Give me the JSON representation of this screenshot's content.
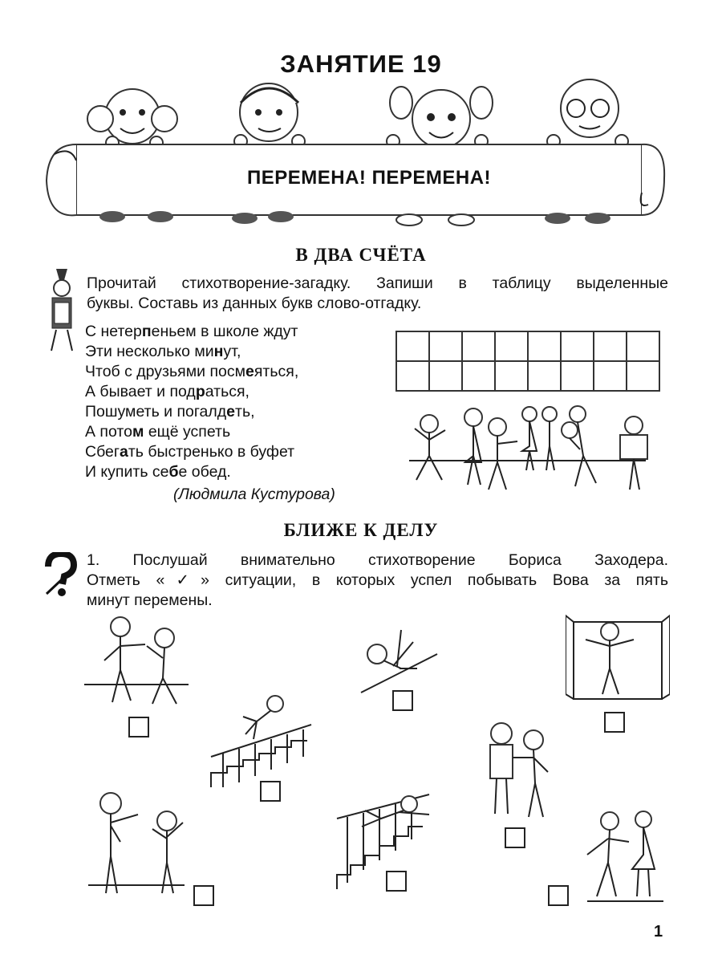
{
  "header": {
    "lesson_title": "ЗАНЯТИЕ 19",
    "banner_title": "ПЕРЕМЕНА! ПЕРЕМЕНА!"
  },
  "section1": {
    "title": "В ДВА СЧЁТА",
    "instruction_line1": "Прочитай стихотворение-загадку. Запиши в таблицу выделенные",
    "instruction_line2": "буквы. Составь из данных букв слово-отгадку.",
    "poem": [
      {
        "pre": "С нетер",
        "bold": "п",
        "post": "еньем в школе ждут"
      },
      {
        "pre": "Эти несколько ми",
        "bold": "н",
        "post": "ут,"
      },
      {
        "pre": "Чтоб с друзьями посм",
        "bold": "е",
        "post": "яться,"
      },
      {
        "pre": "А бывает и под",
        "bold": "р",
        "post": "аться,"
      },
      {
        "pre": "Пошуметь и погалд",
        "bold": "е",
        "post": "ть,"
      },
      {
        "pre": "А пото",
        "bold": "м",
        "post": " ещё успеть"
      },
      {
        "pre": "Сбег",
        "bold": "а",
        "post": "ть быстренько в буфет"
      },
      {
        "pre": "И купить се",
        "bold": "б",
        "post": "е обед."
      }
    ],
    "author": "(Людмила Кустурова)",
    "answer_grid": {
      "rows": 2,
      "cols": 8
    }
  },
  "section2": {
    "title": "БЛИЖЕ К ДЕЛУ",
    "task_line1": "1. Послушай внимательно стихотворение Бориса Заходера.",
    "task_line2": "Отметь «✓» ситуации, в которых успел побывать Вова за пять",
    "task_line3": "минут перемены.",
    "situations": [
      {
        "icon": "fighting-boys-icon"
      },
      {
        "icon": "sliding-boy-icon"
      },
      {
        "icon": "boy-at-window-icon"
      },
      {
        "icon": "boy-on-stairs-railing-icon"
      },
      {
        "icon": "boys-arguing-icon"
      },
      {
        "icon": "boy-falling-on-stairs-icon"
      },
      {
        "icon": "boys-standing-icon"
      },
      {
        "icon": "boy-and-girl-icon"
      }
    ]
  },
  "page_number": "1"
}
